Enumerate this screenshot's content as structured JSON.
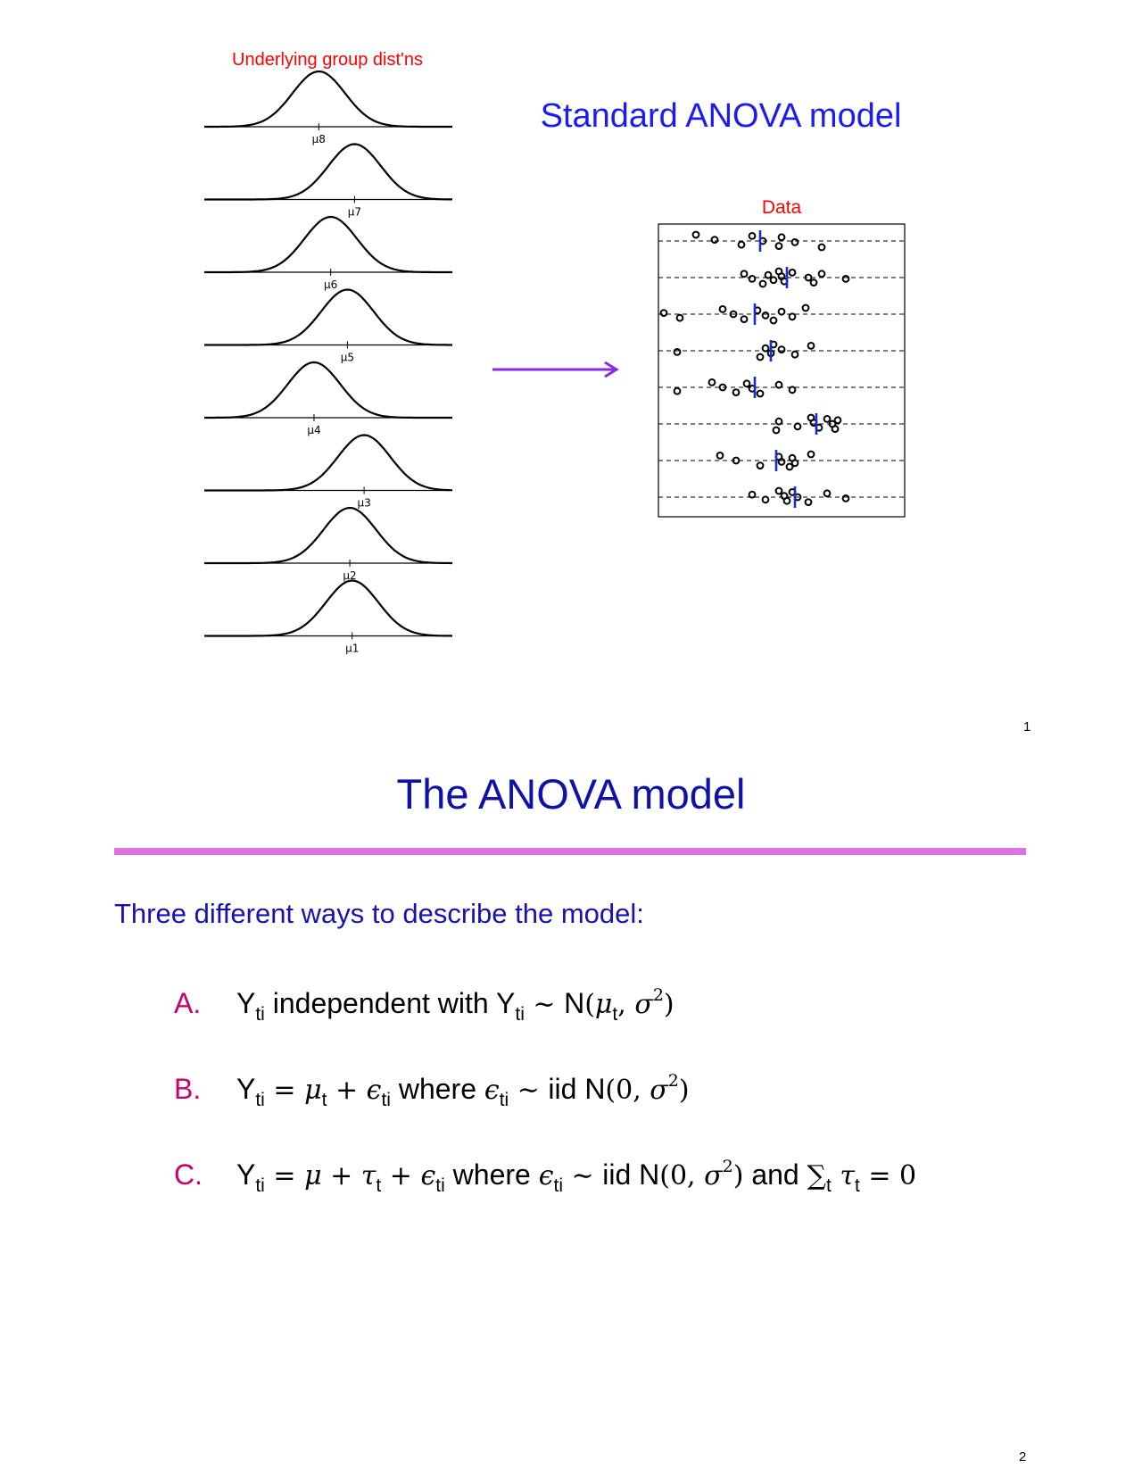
{
  "slide1": {
    "left_panel_title": "Underlying group dist'ns",
    "main_title": "Standard ANOVA model",
    "right_panel_title": "Data",
    "mu_labels": [
      "μ8",
      "μ7",
      "μ6",
      "μ5",
      "μ4",
      "μ3",
      "μ2",
      "μ1"
    ],
    "page_number": "1"
  },
  "chart_data": [
    {
      "type": "line",
      "title": "Underlying group dist'ns",
      "description_kind": "stacked normal density curves, one per group",
      "series": [
        {
          "name": "μ8",
          "mean": -0.2
        },
        {
          "name": "μ7",
          "mean": 0.55
        },
        {
          "name": "μ6",
          "mean": 0.05
        },
        {
          "name": "μ5",
          "mean": 0.4
        },
        {
          "name": "μ4",
          "mean": -0.3
        },
        {
          "name": "μ3",
          "mean": 0.75
        },
        {
          "name": "μ2",
          "mean": 0.45
        },
        {
          "name": "μ1",
          "mean": 0.5
        }
      ],
      "xlim": [
        -2.6,
        2.6
      ],
      "sd": 0.55
    },
    {
      "type": "scatter",
      "title": "Data",
      "xlim": [
        -2.3,
        2.3
      ],
      "grid": "dashed horizontal line per group",
      "group_mean_color": "#1a2bd0",
      "groups": [
        {
          "mean": -0.4,
          "points": [
            -1.6,
            -1.25,
            -0.75,
            -0.55,
            -0.35,
            -0.05,
            0.0,
            0.25,
            0.75
          ]
        },
        {
          "mean": 0.1,
          "points": [
            -0.7,
            -0.55,
            -0.35,
            -0.25,
            -0.15,
            -0.05,
            0.0,
            0.05,
            0.2,
            0.5,
            0.6,
            0.75,
            1.2
          ]
        },
        {
          "mean": -0.5,
          "points": [
            -2.2,
            -1.9,
            -1.1,
            -0.9,
            -0.7,
            -0.45,
            -0.3,
            -0.15,
            0.0,
            0.2,
            0.45
          ]
        },
        {
          "mean": -0.2,
          "points": [
            -1.95,
            -0.4,
            -0.3,
            -0.2,
            -0.15,
            0.0,
            0.25,
            0.55
          ]
        },
        {
          "mean": -0.5,
          "points": [
            -1.95,
            -1.3,
            -1.1,
            -0.85,
            -0.65,
            -0.55,
            -0.4,
            -0.05,
            0.2
          ]
        },
        {
          "mean": 0.65,
          "points": [
            -0.1,
            -0.05,
            0.3,
            0.55,
            0.6,
            0.7,
            0.85,
            0.95,
            1.0,
            1.05
          ]
        },
        {
          "mean": -0.1,
          "points": [
            -1.15,
            -0.85,
            -0.4,
            -0.05,
            0.0,
            0.15,
            0.2,
            0.25,
            0.55
          ]
        },
        {
          "mean": 0.25,
          "points": [
            -0.55,
            -0.3,
            -0.05,
            0.05,
            0.1,
            0.2,
            0.3,
            0.5,
            0.85,
            1.2
          ]
        }
      ]
    }
  ],
  "arrow_color": "#8a2be2",
  "slide2": {
    "title": "The ANOVA model",
    "intro": "Three different ways to describe the model:",
    "items": [
      {
        "letter": "A."
      },
      {
        "letter": "B."
      },
      {
        "letter": "C."
      }
    ],
    "text": {
      "Y": "Y",
      "ti": "ti",
      "t": "t",
      "independent_with": " independent with ",
      "N": "N",
      "where": " where ",
      "iid": " iid ",
      "and": " and "
    },
    "page_number": "2"
  }
}
